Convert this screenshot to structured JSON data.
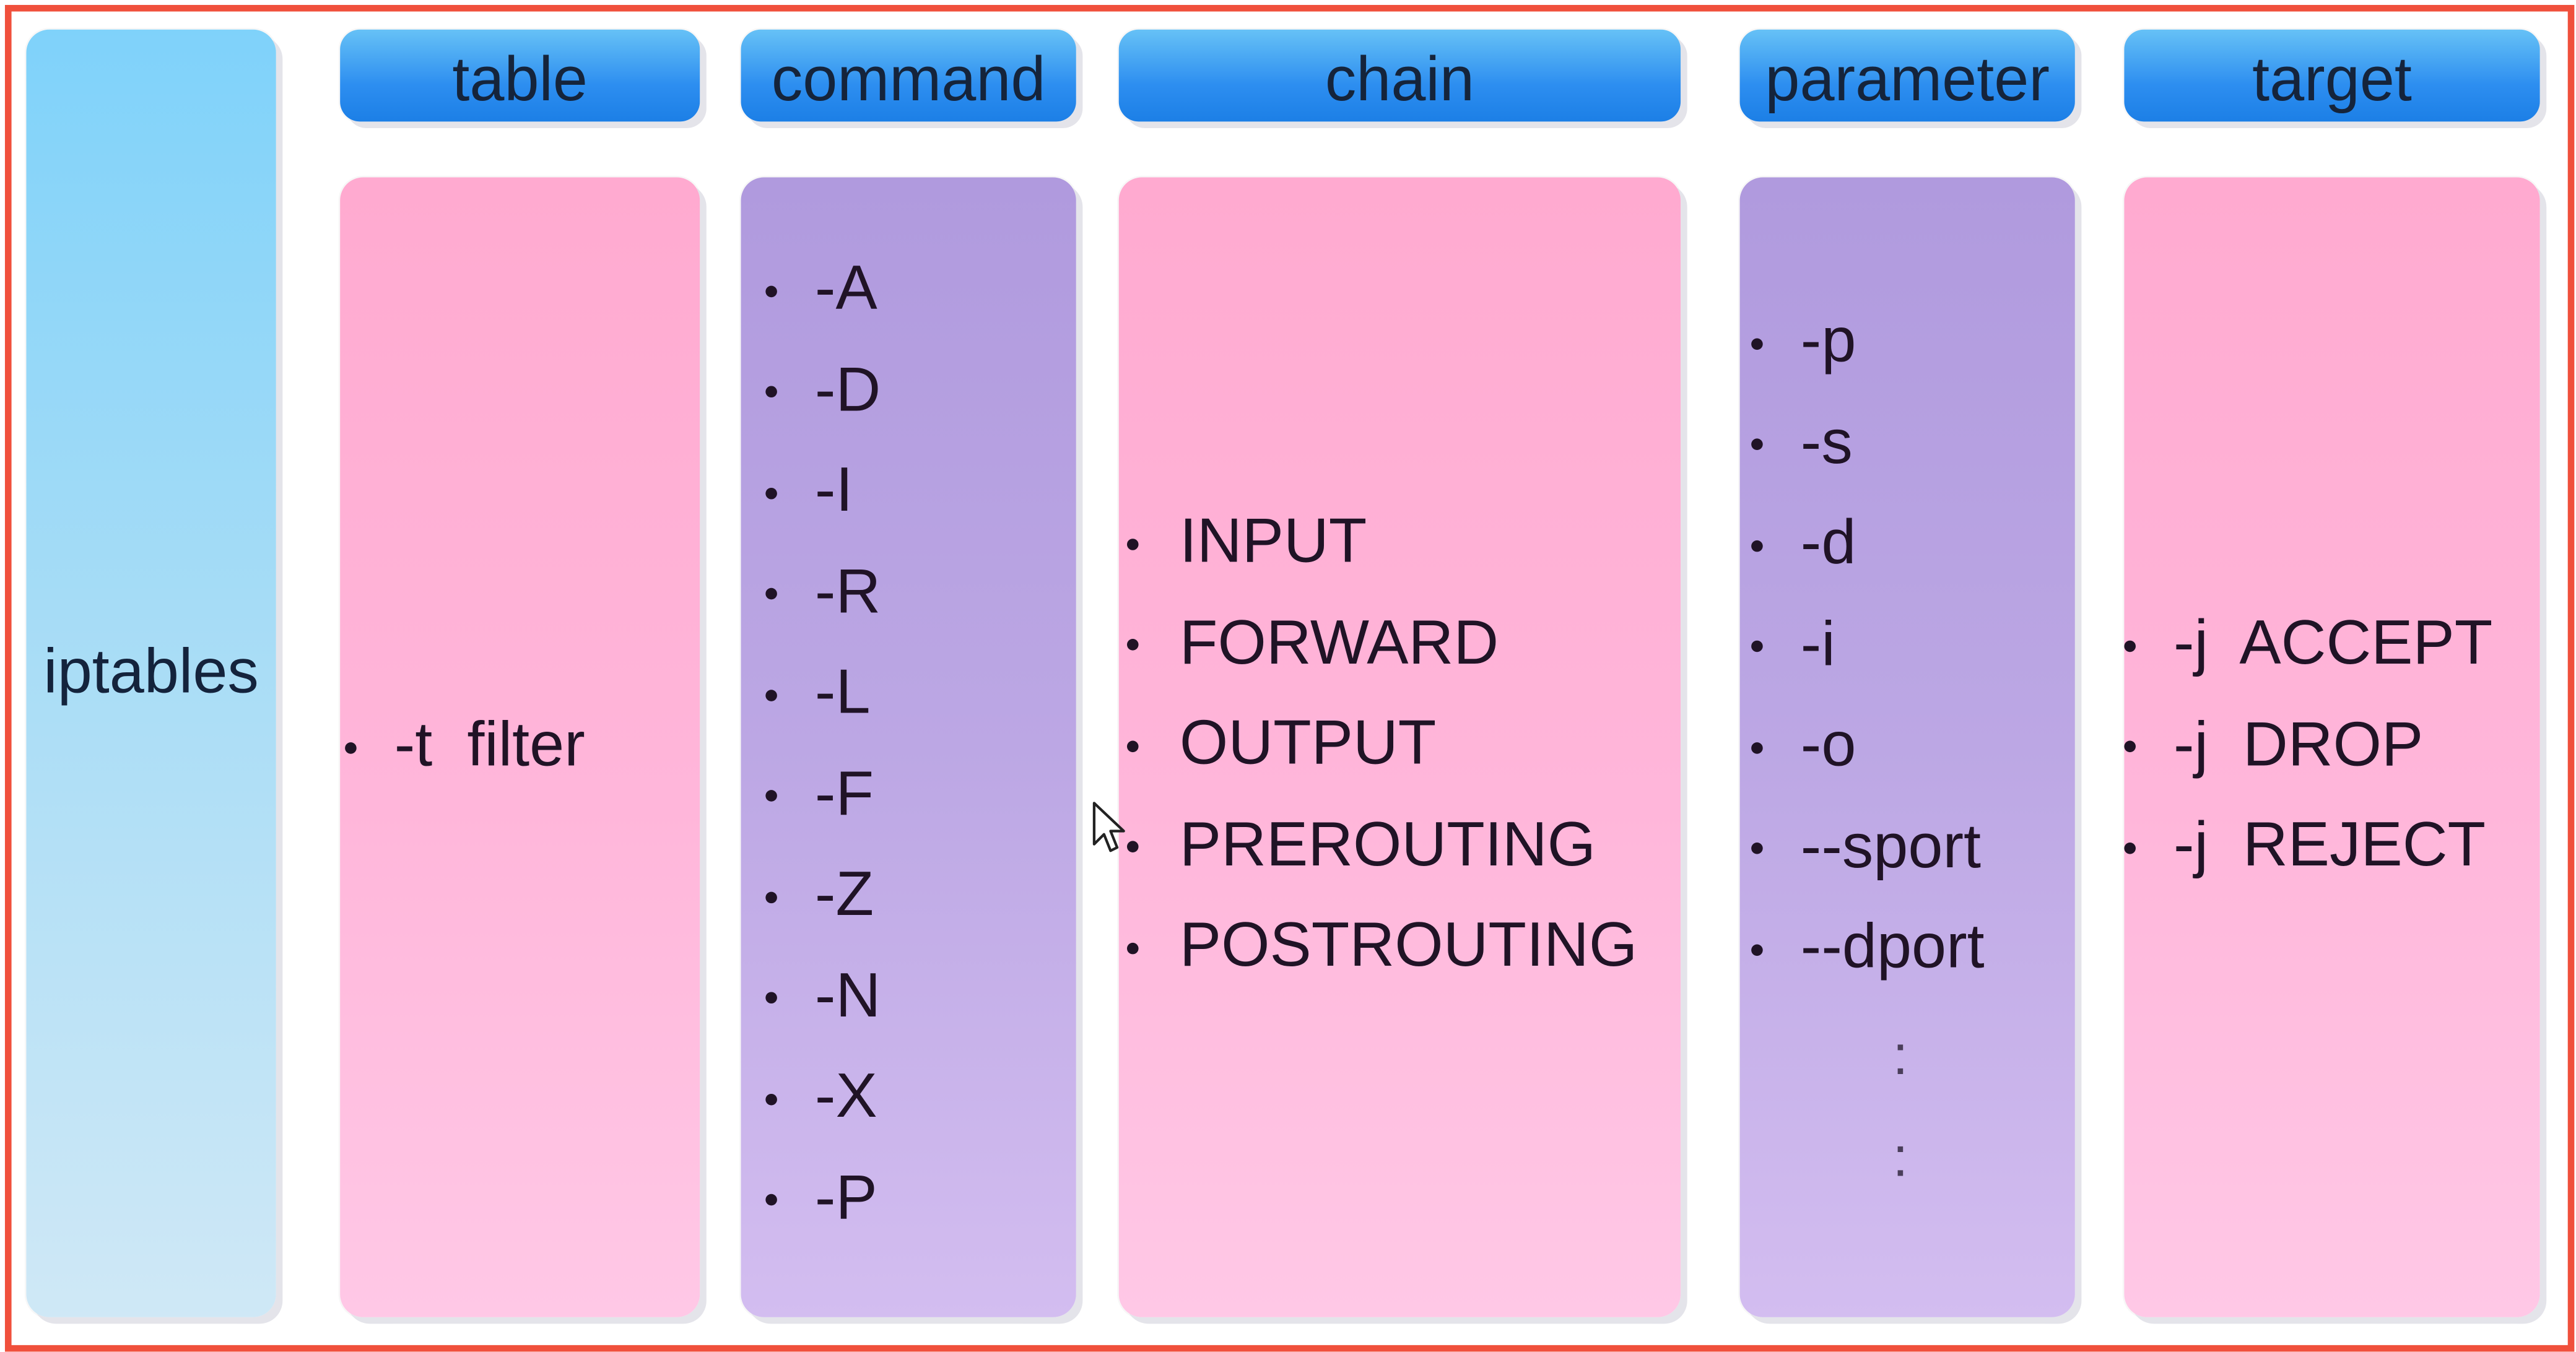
{
  "root_label": "iptables",
  "columns": [
    {
      "header": "table",
      "items": [
        "-t  filter"
      ]
    },
    {
      "header": "command",
      "items": [
        "-A",
        "-D",
        "-I",
        "-R",
        "-L",
        "-F",
        "-Z",
        "-N",
        "-X",
        "-P"
      ]
    },
    {
      "header": "chain",
      "items": [
        "INPUT",
        "FORWARD",
        "OUTPUT",
        "PREROUTING",
        "POSTROUTING"
      ]
    },
    {
      "header": "parameter",
      "items": [
        "-p",
        "-s",
        "-d",
        "-i",
        "-o",
        "--sport",
        "--dport"
      ],
      "ellipsis": ":"
    },
    {
      "header": "target",
      "items": [
        "-j  ACCEPT",
        "-j  DROP",
        "-j  REJECT"
      ]
    }
  ],
  "colors": {
    "frame": "#f0503c",
    "header": "#2d8ef0",
    "side": "#7fd2fa",
    "pink": "#ffb6da",
    "purple": "#bca7e4"
  }
}
